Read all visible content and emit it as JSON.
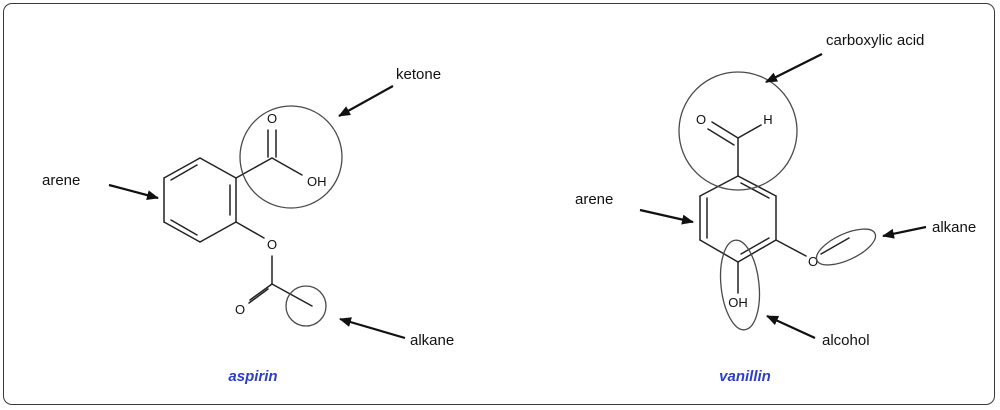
{
  "molecules": [
    {
      "name": "aspirin",
      "atoms": {
        "ketone_o": "O",
        "oh": "OH",
        "ether_o": "O",
        "ester_o": "O"
      },
      "annotations": {
        "ketone": "ketone",
        "arene": "arene",
        "alkane": "alkane"
      }
    },
    {
      "name": "vanillin",
      "atoms": {
        "aldehyde_o": "O",
        "aldehyde_h": "H",
        "ether_o": "O",
        "oh": "OH"
      },
      "annotations": {
        "carboxylic_acid": "carboxylic acid",
        "arene": "arene",
        "alkane": "alkane",
        "alcohol": "alcohol"
      }
    }
  ],
  "colors": {
    "molecule_name": "#2b3fc9",
    "line": "#222222",
    "background": "#ffffff"
  },
  "icons": [
    "arrow-icon",
    "highlight-circle"
  ]
}
